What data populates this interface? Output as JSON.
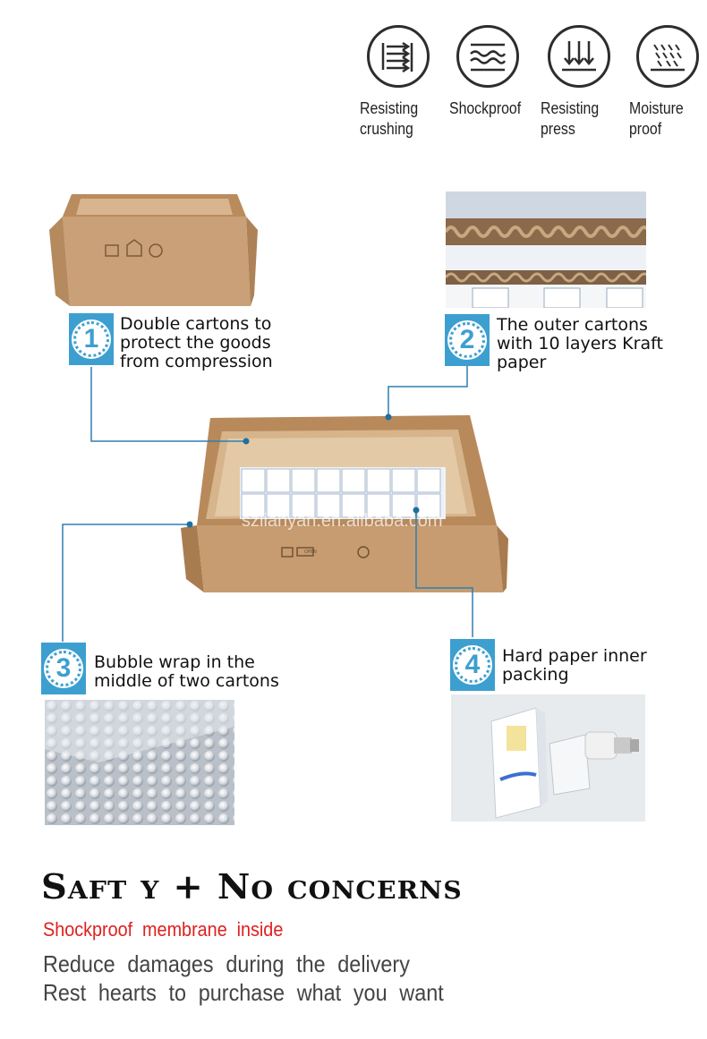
{
  "features": [
    {
      "icon": "crush-icon",
      "label": "Resisting\ncrushing"
    },
    {
      "icon": "shock-icon",
      "label": "Shockproof"
    },
    {
      "icon": "press-icon",
      "label": "Resisting\npress"
    },
    {
      "icon": "moisture-icon",
      "label": "Moisture\nproof"
    }
  ],
  "steps": [
    {
      "number": "1",
      "text": "Double cartons to\nprotect the goods\nfrom compression"
    },
    {
      "number": "2",
      "text": "The outer cartons\nwith 10 layers Kraft\npaper"
    },
    {
      "number": "3",
      "text": "Bubble wrap in the\nmiddle of two cartons"
    },
    {
      "number": "4",
      "text": "Hard paper inner\npacking"
    }
  ],
  "watermark": "szlianyan.en.alibaba.com",
  "box_marks": "OPEN",
  "headline": "Saft y + No concerns",
  "subline": "Shockproof  membrane  inside",
  "body": [
    "Reduce  damages  during  the  delivery",
    "Rest  hearts  to  purchase  what  you  want"
  ],
  "colors": {
    "accent": "#3d9fd0",
    "red": "#e02020",
    "cardboard": "#c49a6c"
  }
}
